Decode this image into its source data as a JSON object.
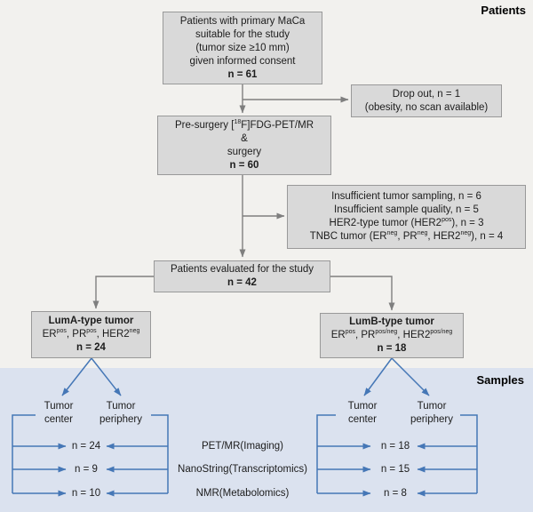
{
  "colors": {
    "page_bg": "#f2f1ee",
    "samples_bg": "#dbe2ef",
    "box_fill": "#d9d9d9",
    "box_border": "#999999",
    "gray_connector": "#7f7f7f",
    "blue_connector": "#4577b6",
    "text": "#1c1c1c"
  },
  "sections": {
    "patients_label": "Patients",
    "samples_label": "Samples"
  },
  "flow": {
    "enrollment": {
      "lines": [
        "Patients with primary MaCa",
        "suitable for the study",
        "(tumor size ≥10 mm)",
        "given informed consent"
      ],
      "n": "n = 61"
    },
    "dropout": {
      "lines": [
        "Drop out, n = 1",
        "(obesity, no scan available)"
      ]
    },
    "petmr": {
      "lines": [
        "Pre-surgery [^{18}F]FDG-PET/MR",
        "&",
        "surgery"
      ],
      "n": "n = 60"
    },
    "exclusions": {
      "lines": [
        "Insufficient tumor sampling, n = 6",
        "Insufficient sample quality, n = 5",
        "HER2-type tumor (HER2^{pos}), n = 3",
        "TNBC tumor (ER^{neg}, PR^{neg}, HER2^{neg}), n = 4"
      ]
    },
    "evaluated": {
      "lines": [
        "Patients evaluated for the study"
      ],
      "n": "n = 42"
    },
    "luma": {
      "title": "LumA-type tumor",
      "subtitle": "ER^{pos}, PR^{pos}, HER2^{neg}",
      "n": "n = 24"
    },
    "lumb": {
      "title": "LumB-type tumor",
      "subtitle": "ER^{pos}, PR^{pos/neg}, HER2^{pos/neg}",
      "n": "n = 18"
    }
  },
  "samples": {
    "luma_branches": [
      [
        "Tumor",
        "center"
      ],
      [
        "Tumor",
        "periphery"
      ]
    ],
    "lumb_branches": [
      [
        "Tumor",
        "center"
      ],
      [
        "Tumor",
        "periphery"
      ]
    ],
    "assays": [
      "PET/MR(Imaging)",
      "NanoString(Transcriptomics)",
      "NMR(Metabolomics)"
    ],
    "luma_counts": [
      "n = 24",
      "n = 9",
      "n = 10"
    ],
    "lumb_counts": [
      "n = 18",
      "n = 15",
      "n = 8"
    ]
  }
}
